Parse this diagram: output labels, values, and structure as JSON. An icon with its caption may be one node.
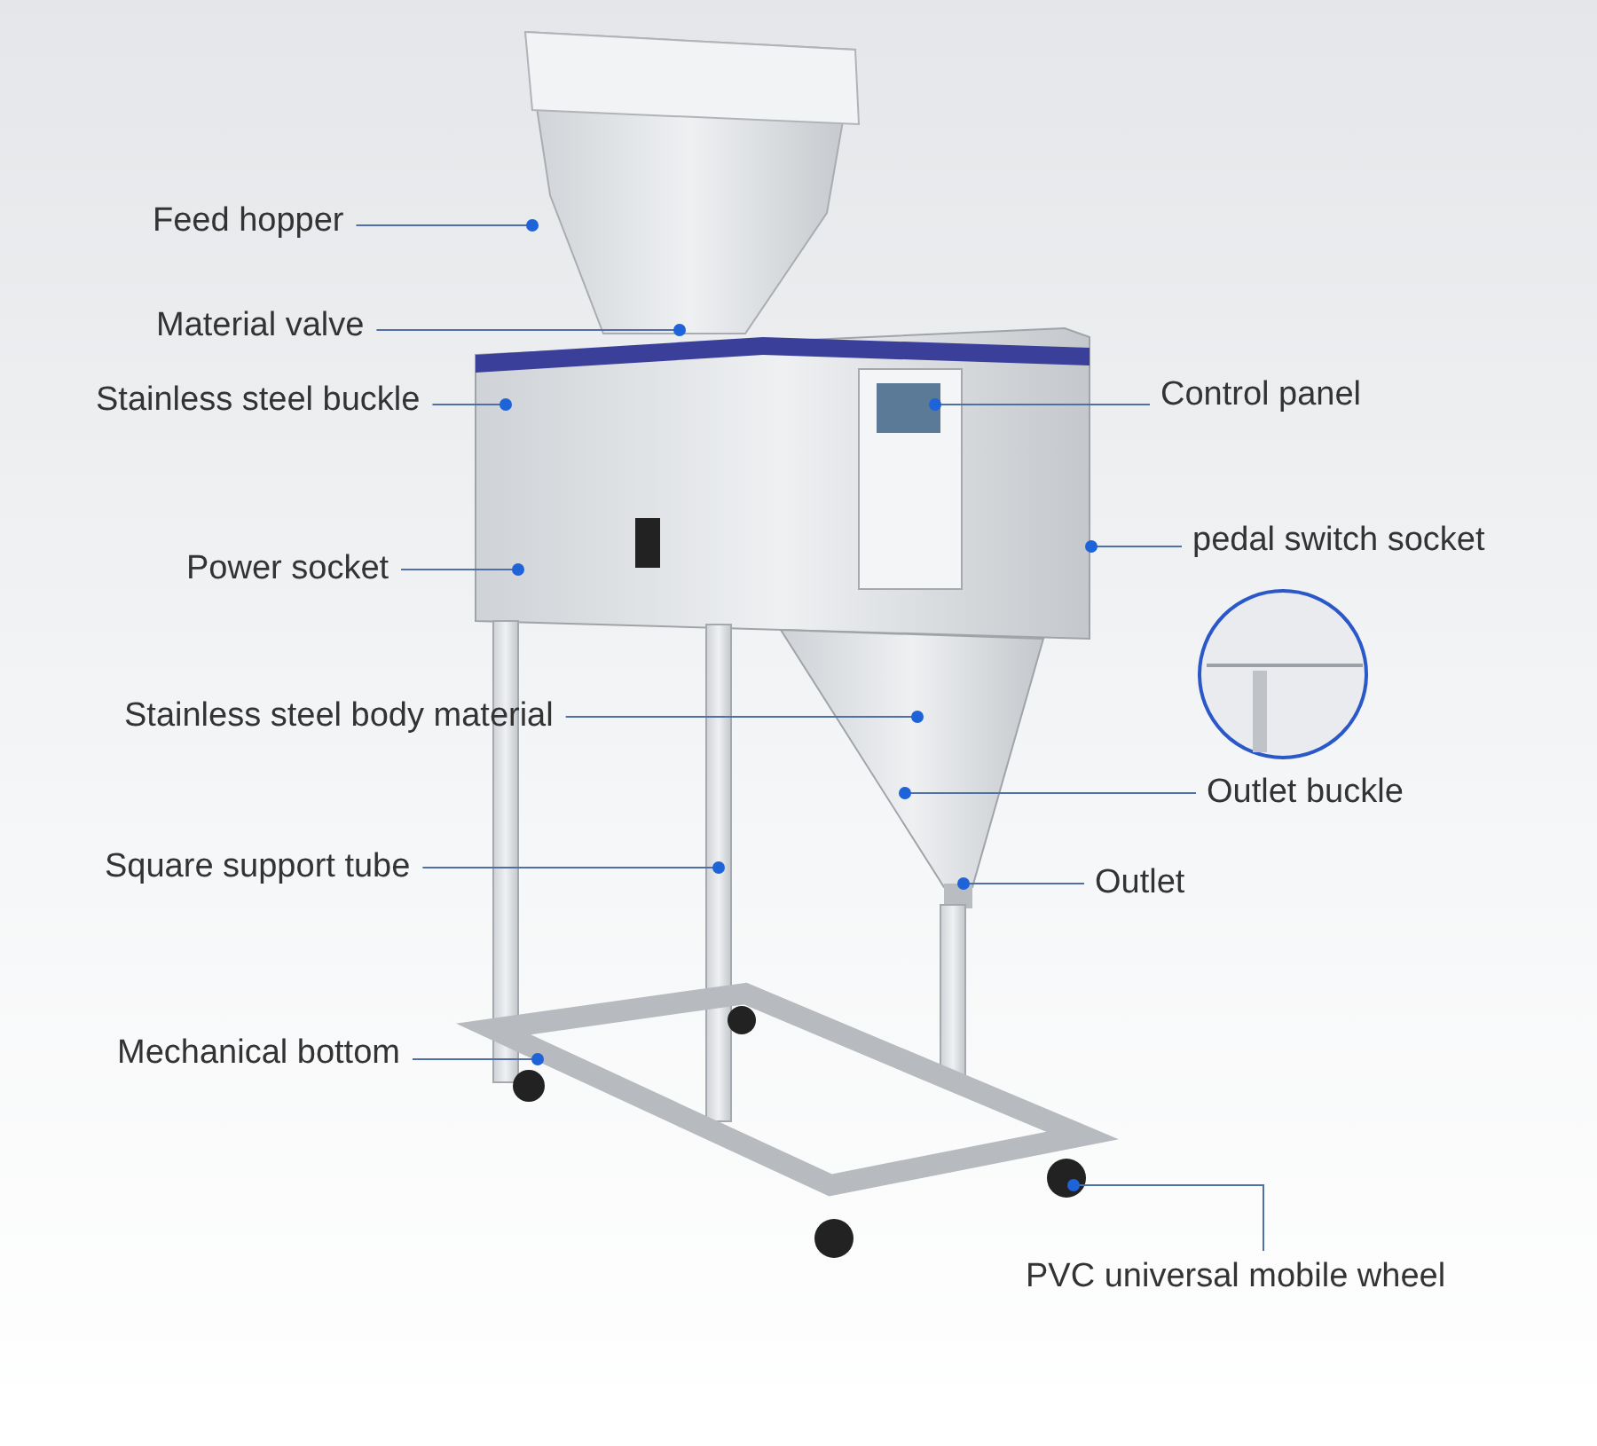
{
  "diagram": {
    "nodes": [
      {
        "text": [
          "Feed hopper"
        ]
      },
      {
        "text": [
          "Material valve"
        ]
      },
      {
        "text": [
          "Stainless steel buckle"
        ]
      },
      {
        "text": [
          "Control panel"
        ]
      },
      {
        "text": [
          "pedal switch socket"
        ]
      },
      {
        "text": [
          "Power socket"
        ]
      },
      {
        "text": [
          "Stainless steel body material"
        ]
      },
      {
        "text": [
          "Outlet buckle"
        ]
      },
      {
        "text": [
          "Square support tube"
        ]
      },
      {
        "text": [
          "Outlet"
        ]
      },
      {
        "text": [
          "Mechanical bottom"
        ]
      },
      {
        "text": [
          "PVC universal mobile wheel"
        ]
      }
    ],
    "edges": [
      {
        "from": 0,
        "to": null,
        "arrow": "other"
      },
      {
        "from": 1,
        "to": null,
        "arrow": "other"
      },
      {
        "from": 2,
        "to": null,
        "arrow": "other"
      },
      {
        "from": 3,
        "to": null,
        "arrow": "other"
      },
      {
        "from": 4,
        "to": null,
        "arrow": "other"
      },
      {
        "from": 5,
        "to": null,
        "arrow": "other"
      },
      {
        "from": 6,
        "to": null,
        "arrow": "other"
      },
      {
        "from": 7,
        "to": null,
        "arrow": "other"
      },
      {
        "from": 8,
        "to": null,
        "arrow": "other"
      },
      {
        "from": 9,
        "to": null,
        "arrow": "other"
      },
      {
        "from": 10,
        "to": null,
        "arrow": "other"
      },
      {
        "from": 11,
        "to": null,
        "arrow": "other"
      }
    ]
  }
}
